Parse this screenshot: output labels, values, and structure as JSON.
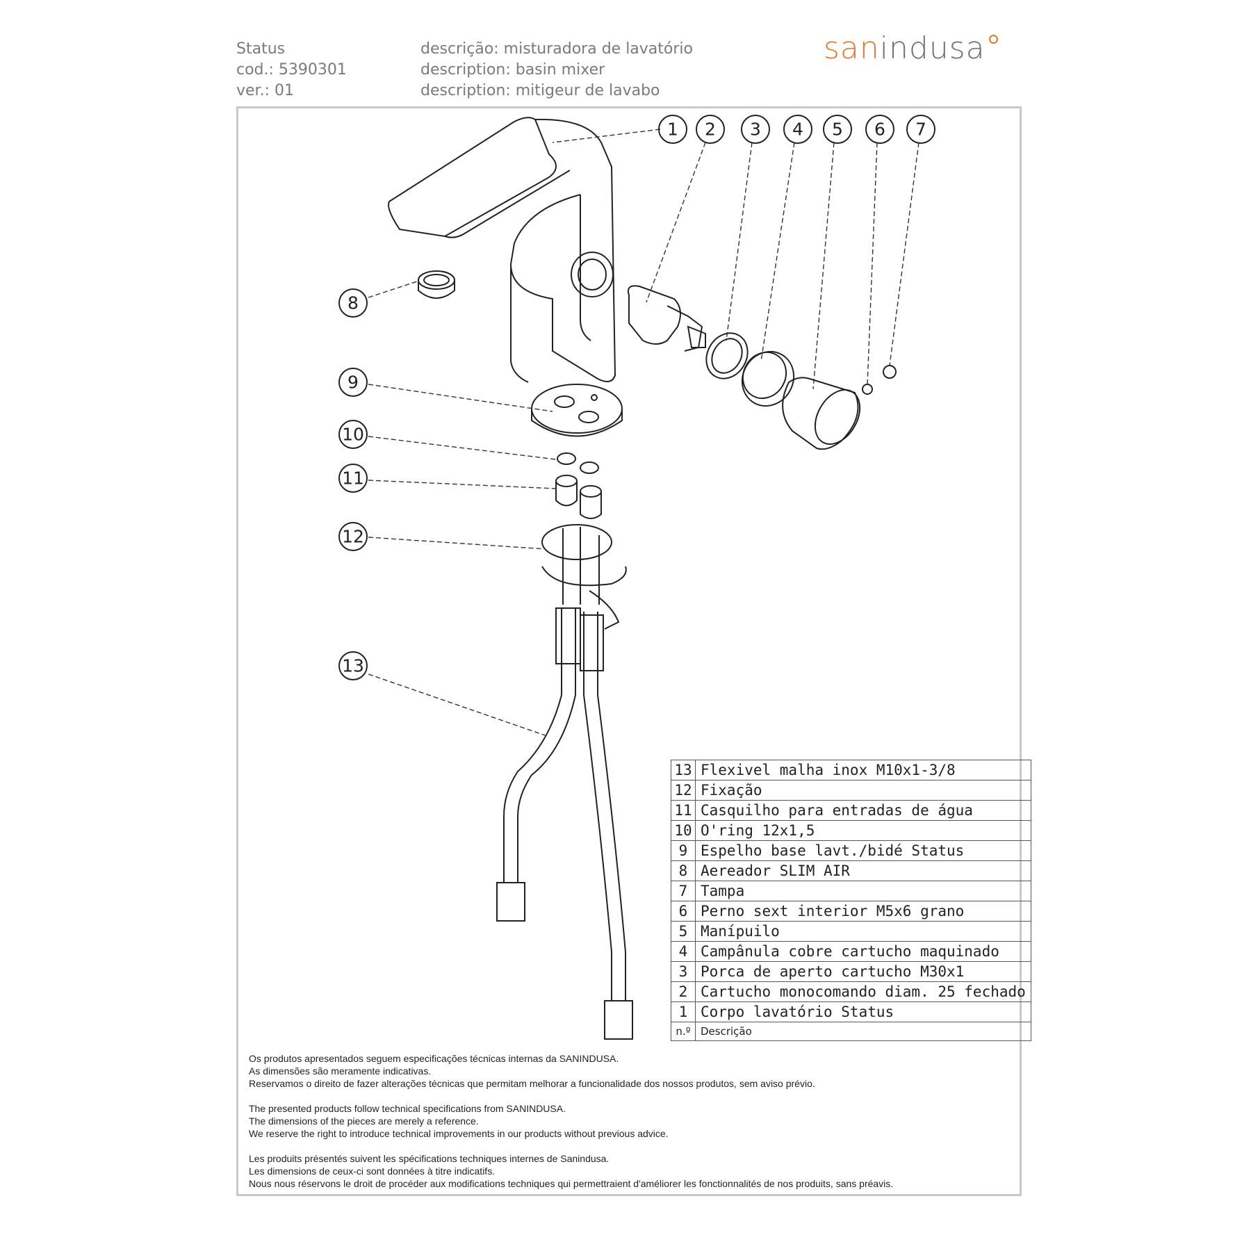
{
  "header": {
    "left": [
      "Status",
      "cod.: 5390301",
      "ver.: 01"
    ],
    "mid": [
      "descrição: misturadora de lavatório",
      "description: basin mixer",
      "description: mitigeur de lavabo"
    ]
  },
  "logo": {
    "part1": "san",
    "part2": "indusa"
  },
  "callouts": [
    "1",
    "2",
    "3",
    "4",
    "5",
    "6",
    "7",
    "8",
    "9",
    "10",
    "11",
    "12",
    "13"
  ],
  "parts_table": {
    "header": {
      "number": "n.º",
      "description": "Descrição"
    },
    "rows": [
      {
        "n": "13",
        "desc": "Flexivel malha inox M10x1-3/8"
      },
      {
        "n": "12",
        "desc": "Fixação"
      },
      {
        "n": "11",
        "desc": "Casquilho para entradas de água"
      },
      {
        "n": "10",
        "desc": "O'ring 12x1,5"
      },
      {
        "n": "9",
        "desc": "Espelho base lavt./bidé Status"
      },
      {
        "n": "8",
        "desc": "Aereador SLIM AIR"
      },
      {
        "n": "7",
        "desc": "Tampa"
      },
      {
        "n": "6",
        "desc": "Perno sext interior M5x6 grano"
      },
      {
        "n": "5",
        "desc": "Manípuilo"
      },
      {
        "n": "4",
        "desc": "Campânula cobre cartucho maquinado"
      },
      {
        "n": "3",
        "desc": "Porca de aperto cartucho M30x1"
      },
      {
        "n": "2",
        "desc": "Cartucho monocomando diam. 25 fechado"
      },
      {
        "n": "1",
        "desc": "Corpo lavatório Status"
      }
    ]
  },
  "notes": {
    "pt": [
      "Os produtos apresentados seguem especificações técnicas internas da SANINDUSA.",
      "As dimensões são meramente indicativas.",
      "Reservamos o direito de fazer alterações técnicas que permitam melhorar a funcionalidade dos nossos produtos, sem aviso prévio."
    ],
    "en": [
      "The presented products follow technical specifications from SANINDUSA.",
      "The dimensions of the pieces are merely a reference.",
      "We reserve the right to introduce technical improvements in our products without previous advice."
    ],
    "fr": [
      "Les produits présentés suivent les spécifications techniques internes de Sanindusa.",
      "Les dimensions de ceux-ci sont données à titre indicatifs.",
      "Nous nous réservons le droit de procéder aux modifications techniques qui permettraient d'améliorer les fonctionnalités de nos produits, sans préavis."
    ]
  }
}
